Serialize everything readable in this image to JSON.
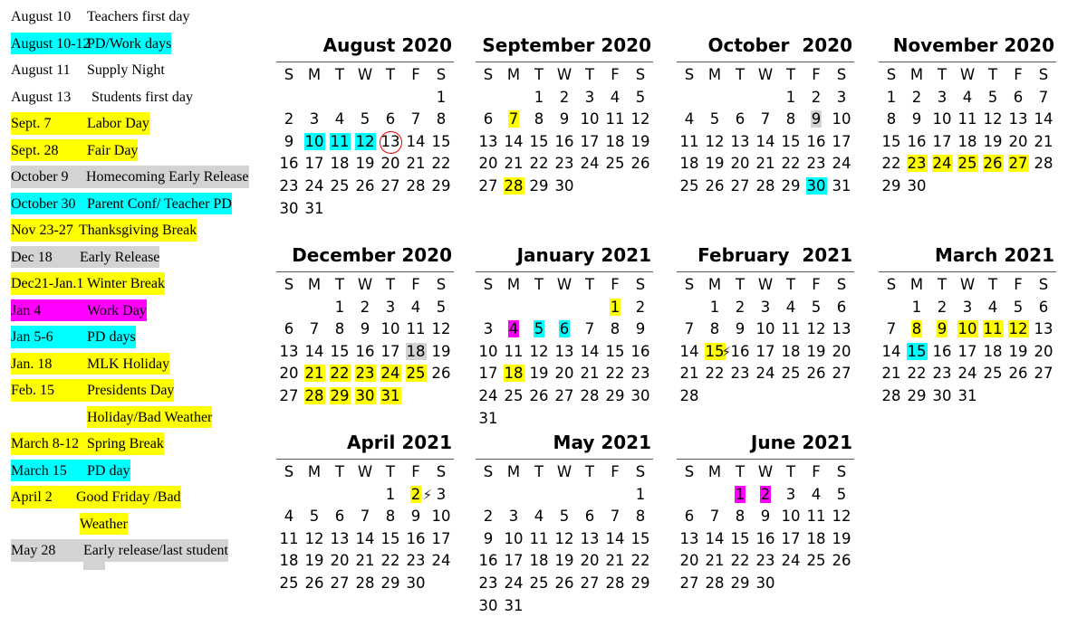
{
  "legend": [
    {
      "date": "August 10",
      "event": "Teachers first day",
      "color": ""
    },
    {
      "date": "August 10-12",
      "event": "PD/Work days",
      "color": "cyan"
    },
    {
      "date": "August 11",
      "event": "Supply Night",
      "color": ""
    },
    {
      "date": "August 13",
      "event": "Students first day",
      "color": ""
    },
    {
      "date": "Sept. 7",
      "event": "Labor Day",
      "color": "yellow"
    },
    {
      "date": "Sept. 28",
      "event": "Fair Day",
      "color": "yellow"
    },
    {
      "date": "October 9",
      "event": "Homecoming Early Release",
      "color": "gray"
    },
    {
      "date": "October 30",
      "event": "Parent Conf/ Teacher PD",
      "color": "cyan"
    },
    {
      "date": "Nov 23-27",
      "event": "Thanksgiving Break",
      "color": "yellow"
    },
    {
      "date": "Dec 18",
      "event": "Early Release",
      "color": "gray"
    },
    {
      "date": "Dec21-Jan.1",
      "event": "Winter Break",
      "color": "yellow"
    },
    {
      "date": "Jan 4",
      "event": "Work Day",
      "color": "magenta"
    },
    {
      "date": "Jan 5-6",
      "event": "PD days",
      "color": "cyan"
    },
    {
      "date": "Jan. 18",
      "event": "MLK Holiday",
      "color": "yellow"
    },
    {
      "date": "Feb. 15",
      "event": "Presidents Day",
      "color": "yellow"
    },
    {
      "date": "",
      "event": "Holiday/Bad Weather",
      "color": "yellow"
    },
    {
      "date": "March 8-12",
      "event": "Spring Break",
      "color": "yellow"
    },
    {
      "date": "March 15",
      "event": "PD day",
      "color": "cyan"
    },
    {
      "date": "April 2",
      "event": "Good Friday /Bad",
      "color": "yellow"
    },
    {
      "date": "",
      "event": "Weather",
      "color": "yellow"
    },
    {
      "date": "May 28",
      "event": "Early release/last student",
      "color": "gray"
    }
  ],
  "weekdays": [
    "S",
    "M",
    "T",
    "W",
    "T",
    "F",
    "S"
  ],
  "colors": {
    "cyan": "#00ffff",
    "yellow": "#ffff00",
    "gray": "#d3d3d3",
    "magenta": "#ff00ff",
    "circle": "#e00000"
  },
  "months": [
    {
      "title": "August 2020",
      "start": 6,
      "days": 31,
      "hl": {
        "10": "cyan",
        "11": "cyan",
        "12": "cyan"
      },
      "circle": [
        13
      ]
    },
    {
      "title": "September 2020",
      "start": 2,
      "days": 30,
      "hl": {
        "7": "yellow",
        "28": "yellow"
      }
    },
    {
      "title": "October  2020",
      "start": 4,
      "days": 31,
      "hl": {
        "9": "gray",
        "30": "cyan"
      }
    },
    {
      "title": "November 2020",
      "start": 0,
      "days": 30,
      "hl": {
        "23": "yellow",
        "24": "yellow",
        "25": "yellow",
        "26": "yellow",
        "27": "yellow"
      }
    },
    {
      "title": "December 2020",
      "start": 2,
      "days": 31,
      "hl": {
        "18": "gray",
        "21": "yellow",
        "22": "yellow",
        "23": "yellow",
        "24": "yellow",
        "25": "yellow",
        "28": "yellow",
        "29": "yellow",
        "30": "yellow",
        "31": "yellow"
      }
    },
    {
      "title": "January 2021",
      "start": 5,
      "days": 31,
      "hl": {
        "1": "yellow",
        "4": "magenta",
        "5": "cyan",
        "6": "cyan",
        "18": "yellow"
      }
    },
    {
      "title": "February  2021",
      "start": 1,
      "days": 28,
      "hl": {
        "15": "yellow"
      },
      "bolt": [
        15
      ]
    },
    {
      "title": "March 2021",
      "start": 1,
      "days": 31,
      "hl": {
        "8": "yellow",
        "9": "yellow",
        "10": "yellow",
        "11": "yellow",
        "12": "yellow",
        "15": "cyan"
      }
    },
    {
      "title": "April 2021",
      "start": 4,
      "days": 30,
      "hl": {
        "2": "yellow"
      },
      "bolt": [
        2
      ]
    },
    {
      "title": "May 2021",
      "start": 6,
      "days": 31,
      "hl": {}
    },
    {
      "title": "June 2021",
      "start": 2,
      "days": 30,
      "hl": {
        "1": "magenta",
        "2": "magenta"
      }
    }
  ]
}
